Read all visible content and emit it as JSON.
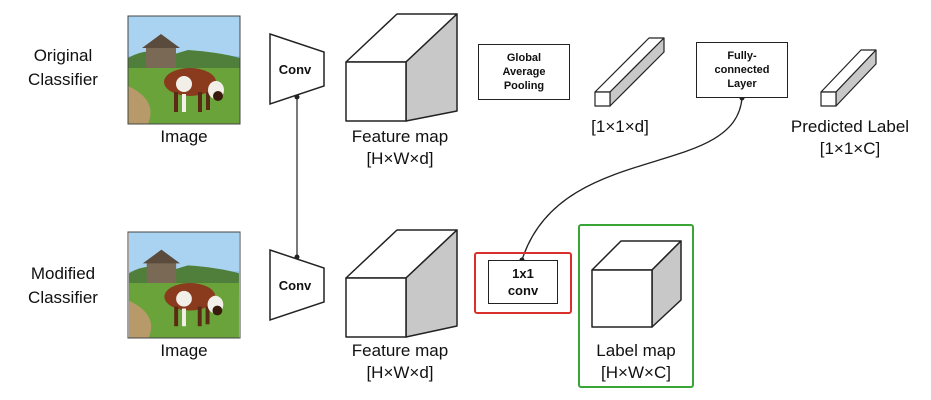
{
  "rows": {
    "original": [
      "Original",
      "Classifier"
    ],
    "modified": [
      "Modified",
      "Classifier"
    ]
  },
  "top": {
    "image_label": "Image",
    "conv": "Conv",
    "feature_map": [
      "Feature map",
      "[H×W×d]"
    ],
    "gap": [
      "Global",
      "Average",
      "Pooling"
    ],
    "vector": "[1×1×d]",
    "fc": [
      "Fully-",
      "connected",
      "Layer"
    ],
    "predicted": [
      "Predicted Label",
      "[1×1×C]"
    ]
  },
  "bottom": {
    "image_label": "Image",
    "conv": "Conv",
    "feature_map": [
      "Feature map",
      "[H×W×d]"
    ],
    "conv1x1": [
      "1x1",
      "conv"
    ],
    "label_map": [
      "Label map",
      "[H×W×C]"
    ]
  },
  "colors": {
    "highlight_red": "#d9302c",
    "highlight_green": "#3aa537",
    "cube_side": "#c8c8c8",
    "stroke": "#222222"
  },
  "image_description_icon": "cow-photo-icon"
}
